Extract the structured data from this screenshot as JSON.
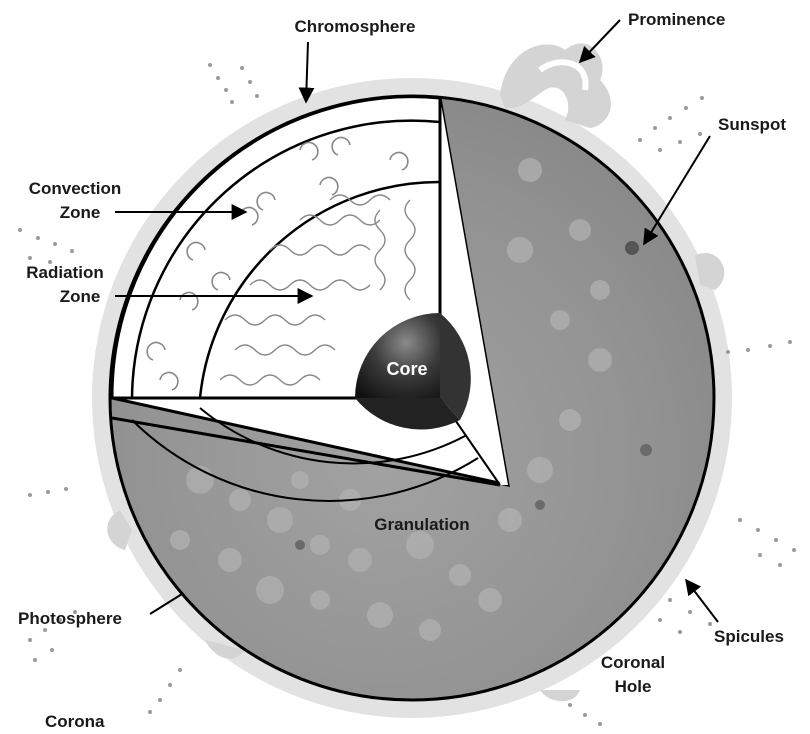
{
  "labels": {
    "chromosphere": "Chromosphere",
    "prominence": "Prominence",
    "sunspot": "Sunspot",
    "convection_zone": [
      "Convection",
      "Zone"
    ],
    "radiation_zone": [
      "Radiation",
      "Zone"
    ],
    "core": "Core",
    "granulation": "Granulation",
    "photosphere": "Photosphere",
    "spicules": "Spicules",
    "coronal_hole": [
      "Coronal",
      "Hole"
    ],
    "corona": "Corona"
  },
  "colors": {
    "surface": "#8c8c8c",
    "corona_glow": "#d9d9d9",
    "core_dark": "#2b2b2b",
    "outline": "#000000"
  }
}
